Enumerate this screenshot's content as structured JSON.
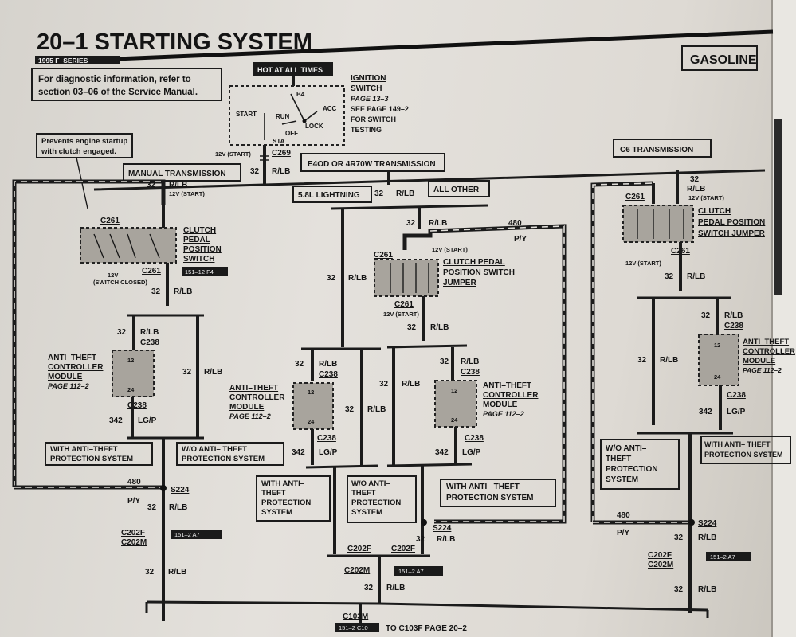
{
  "header": {
    "section_title": "20–1 STARTING SYSTEM",
    "model": "1995 F–SERIES",
    "badge": "GASOLINE"
  },
  "notes": {
    "diagnostic_line1": "For diagnostic information, refer to",
    "diagnostic_line2": "section 03–06 of the Service Manual.",
    "prevents_line1": "Prevents engine startup",
    "prevents_line2": "with clutch engaged."
  },
  "ignition": {
    "hot_label": "HOT AT ALL TIMES",
    "b4": "B4",
    "acc": "ACC",
    "start": "START",
    "run": "RUN",
    "lock": "LOCK",
    "off": "OFF",
    "sta": "STA",
    "title1": "IGNITION",
    "title2": "SWITCH",
    "page": "PAGE 13–3",
    "see1": "SEE PAGE 149–2",
    "see2": "FOR SWITCH",
    "see3": "TESTING",
    "v12_start": "12V (START)",
    "connector": "C269",
    "wire_num": "32",
    "wire_color": "R/LB"
  },
  "sections": {
    "manual": "MANUAL TRANSMISSION",
    "e4od": "E4OD OR 4R70W TRANSMISSION",
    "c6": "C6 TRANSMISSION",
    "lightning": "5.8L LIGHTNING",
    "all_other": "ALL OTHER"
  },
  "wires": {
    "n32": "32",
    "rlb": "R/LB",
    "n342": "342",
    "lgp": "LG/P",
    "n480": "480",
    "py": "P/Y",
    "v12_start": "12V (START)",
    "v12_switch": "12V",
    "switch_closed": "(SWITCH  CLOSED)"
  },
  "connectors": {
    "c261": "C261",
    "c238": "C238",
    "s224": "S224",
    "c202f": "C202F",
    "c202m": "C202M",
    "c103m": "C103M"
  },
  "components": {
    "clutch_switch": [
      "CLUTCH",
      "PEDAL",
      "POSITION",
      "SWITCH"
    ],
    "clutch_jumper": [
      "CLUTCH PEDAL",
      "POSITION SWITCH",
      "JUMPER"
    ],
    "c6_jumper": [
      "CLUTCH",
      "PEDAL POSITION",
      "SWITCH JUMPER"
    ],
    "anti_theft": [
      "ANTI–THEFT",
      "CONTROLLER",
      "MODULE"
    ],
    "anti_theft_page": "PAGE 112–2",
    "pin12": "12",
    "pin24": "24"
  },
  "options": {
    "with1": "WITH ANTI–THEFT",
    "with2": "PROTECTION SYSTEM",
    "wo1": "W/O ANTI– THEFT",
    "wo2": "PROTECTION SYSTEM",
    "with_stack": [
      "WITH ANTI–",
      "THEFT",
      "PROTECTION",
      "SYSTEM"
    ],
    "wo_stack": [
      "W/O ANTI–",
      "THEFT",
      "PROTECTION",
      "SYSTEM"
    ],
    "wo_c6": [
      "W/O ANTI–",
      "THEFT",
      "PROTECTION",
      "SYSTEM"
    ],
    "with_c6": [
      "WITH ANTI– THEFT",
      "PROTECTION SYSTEM"
    ],
    "with_center": "WITH ANTI– THEFT",
    "with_center2": "PROTECTION SYSTEM"
  },
  "refs": {
    "r151_12_f4": "151–12  F4",
    "r151_2_a7": "151–2  A7",
    "r151_2_c10": "151–2  C10",
    "to_c103f": "TO C103F PAGE 20–2"
  }
}
